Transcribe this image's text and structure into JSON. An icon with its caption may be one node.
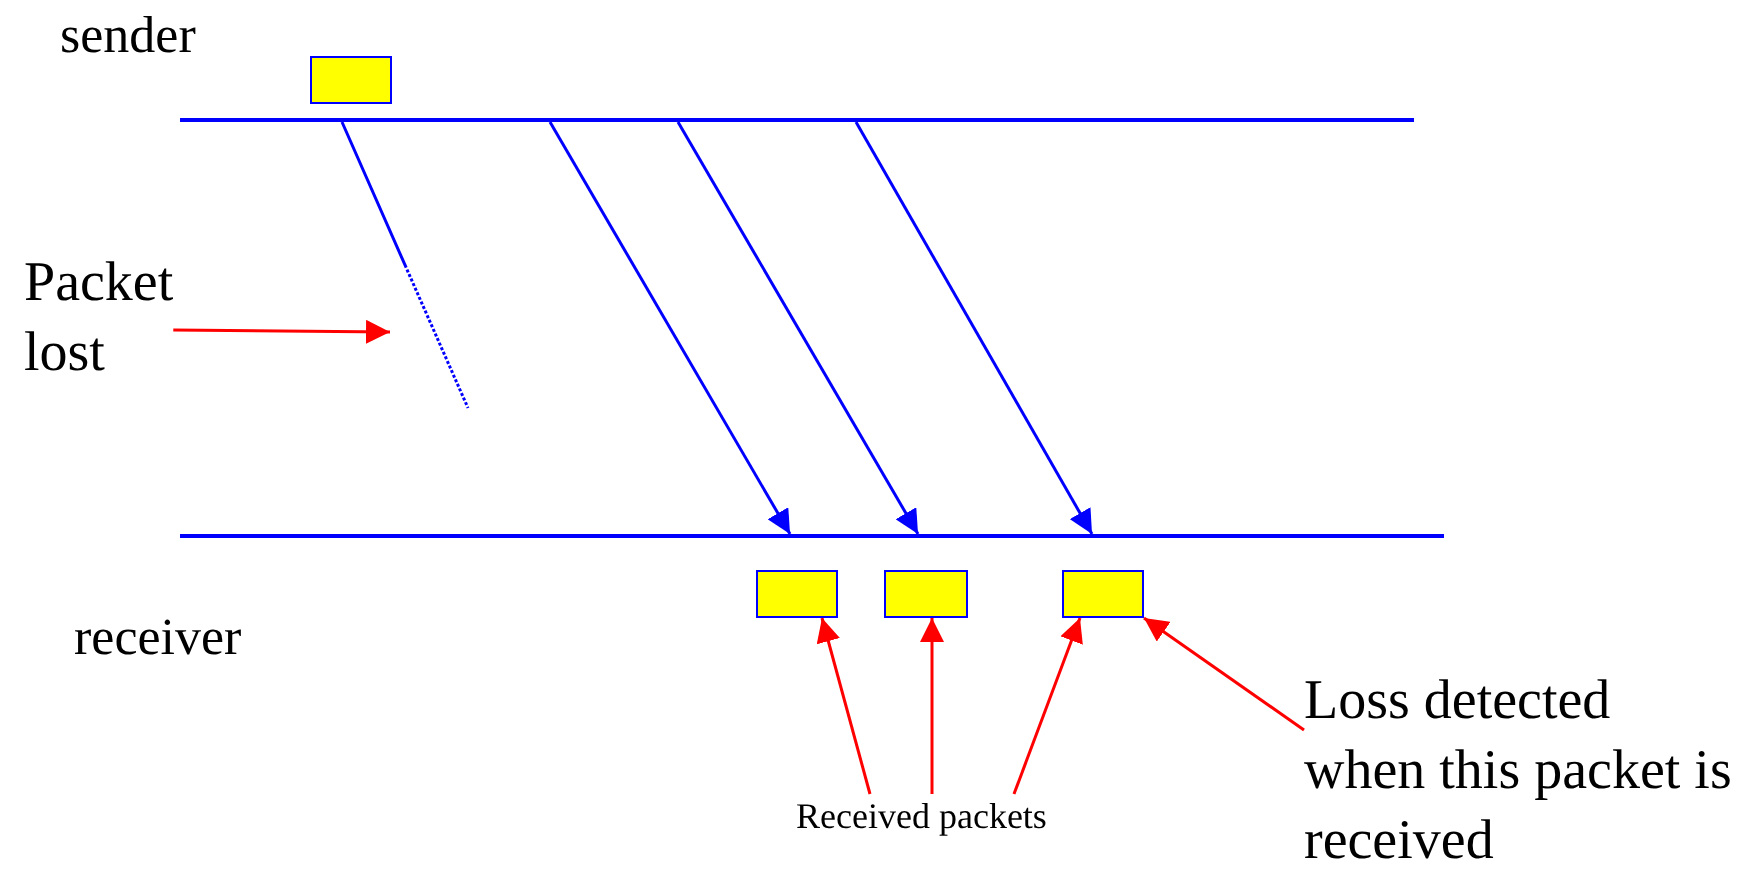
{
  "diagram": {
    "nodes": [
      {
        "text": [
          "sender"
        ]
      },
      {
        "text": [],
        "shape": "box"
      },
      {
        "text": [],
        "shape": "bar"
      },
      {
        "text": [
          "Packet lost"
        ]
      },
      {
        "text": [],
        "shape": "bar"
      },
      {
        "text": [
          "receiver"
        ]
      },
      {
        "text": [],
        "shape": "box"
      },
      {
        "text": [],
        "shape": "box"
      },
      {
        "text": [],
        "shape": "box"
      },
      {
        "text": [
          "Loss detected when this packet is received"
        ]
      },
      {
        "text": [
          "Received packets"
        ]
      }
    ],
    "edges": [
      {
        "from": 2,
        "to": null,
        "arrow": "none",
        "style": "dashed",
        "color": "#0000ff"
      },
      {
        "from": 3,
        "to": null,
        "arrow": "to",
        "color": "#ff0000"
      },
      {
        "from": 2,
        "to": 4,
        "arrow": "to",
        "color": "#0000ff"
      },
      {
        "from": 2,
        "to": 4,
        "arrow": "to",
        "color": "#0000ff"
      },
      {
        "from": 2,
        "to": 4,
        "arrow": "to",
        "color": "#0000ff"
      },
      {
        "from": 10,
        "to": 6,
        "arrow": "to",
        "color": "#ff0000"
      },
      {
        "from": 10,
        "to": 7,
        "arrow": "to",
        "color": "#ff0000"
      },
      {
        "from": 10,
        "to": 8,
        "arrow": "to",
        "color": "#ff0000"
      },
      {
        "from": 9,
        "to": 8,
        "arrow": "to",
        "color": "#ff0000"
      }
    ]
  }
}
